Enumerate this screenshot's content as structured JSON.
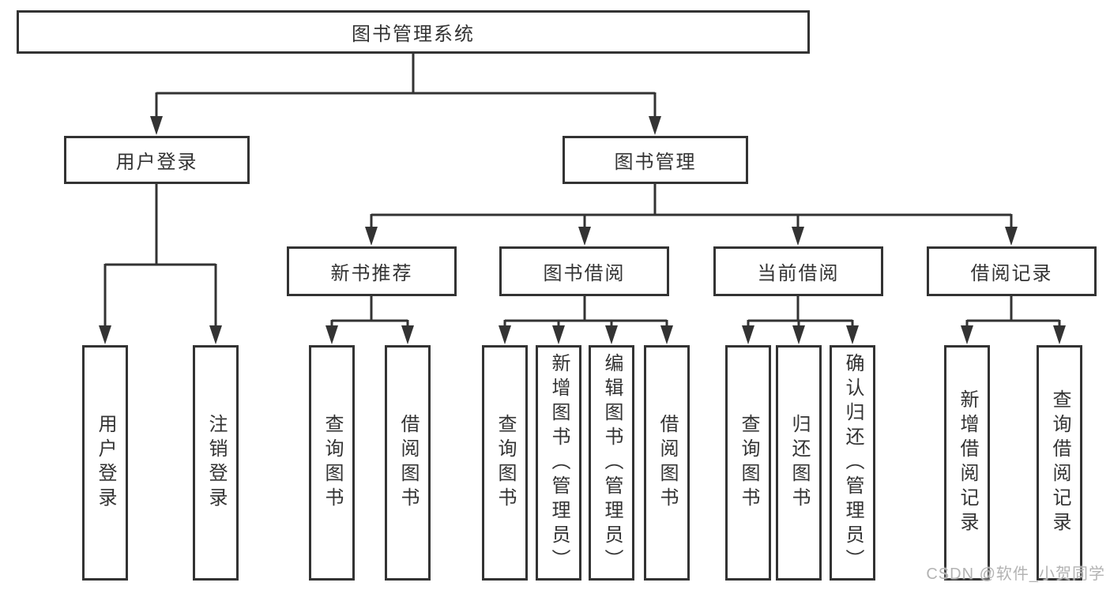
{
  "tree": {
    "root": {
      "label": "图书管理系统"
    },
    "children": [
      {
        "label": "用户登录",
        "children": [
          {
            "label": "用户登录"
          },
          {
            "label": "注销登录"
          }
        ]
      },
      {
        "label": "图书管理",
        "children": [
          {
            "label": "新书推荐",
            "children": [
              {
                "label": "查询图书"
              },
              {
                "label": "借阅图书"
              }
            ]
          },
          {
            "label": "图书借阅",
            "children": [
              {
                "label": "查询图书"
              },
              {
                "label": "新增图书（管理员）"
              },
              {
                "label": "编辑图书（管理员）"
              },
              {
                "label": "借阅图书"
              }
            ]
          },
          {
            "label": "当前借阅",
            "children": [
              {
                "label": "查询图书"
              },
              {
                "label": "归还图书"
              },
              {
                "label": "确认归还（管理员）"
              }
            ]
          },
          {
            "label": "借阅记录",
            "children": [
              {
                "label": "新增借阅记录"
              },
              {
                "label": "查询借阅记录"
              }
            ]
          }
        ]
      }
    ]
  },
  "watermark": {
    "text": "CSDN @软件_小贺同学"
  },
  "colors": {
    "line": "#333333",
    "text": "#333333",
    "box_background": "#ffffff",
    "watermark": "#b3b3b3"
  }
}
